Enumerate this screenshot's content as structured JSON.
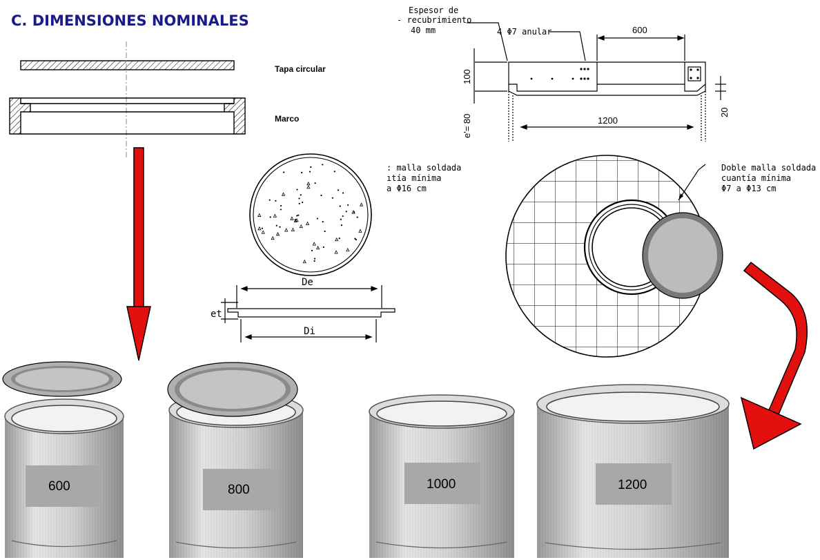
{
  "title": "C.   DIMENSIONES NOMINALES",
  "left_section": {
    "cover_label": "Tapa circular",
    "frame_label": "Marco"
  },
  "slab_section": {
    "mesh_note_lines": [
      ": malla soldada",
      "ıtía mínima",
      "a Φ16 cm"
    ],
    "outer_diameter_label": "De",
    "thickness_label": "et",
    "inner_diameter_label": "Di"
  },
  "top_right_section": {
    "cover_note_lines": [
      "Espesor de",
      "- recubrimiento",
      "40 mm"
    ],
    "ring_bars_label": "4  Φ7  anular",
    "dim_600": "600",
    "dim_100": "100",
    "dim_80": "e'= 80",
    "dim_20": "20",
    "dim_1200": "1200"
  },
  "right_slab_section": {
    "mesh_note_lines": [
      "Doble malla soldada",
      "cuantía mínima",
      "Φ7 a Φ13 cm"
    ]
  },
  "pipes": [
    {
      "label": "600"
    },
    {
      "label": "800"
    },
    {
      "label": "1000"
    },
    {
      "label": "1200"
    }
  ],
  "colors": {
    "title": "#1a1a8c",
    "arrow": "#e31010",
    "cover_fill": "#bcbcbc",
    "cover_rim": "#7a7a7a",
    "pipe_label_bg": "#a8a8a8"
  }
}
